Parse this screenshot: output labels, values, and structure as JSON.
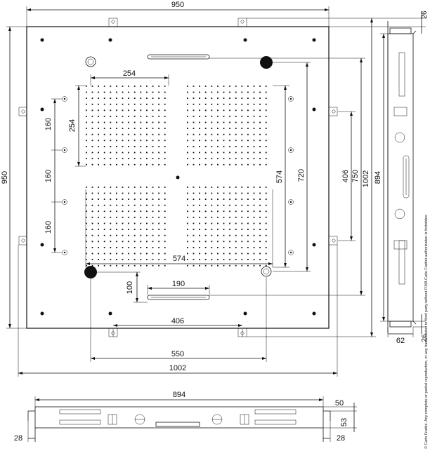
{
  "dimensions": {
    "top_width": "950",
    "left_height": "950",
    "top_tab": "26",
    "panel_width_254": "254",
    "panel_height_254": "254",
    "spacing_1": "160",
    "spacing_2": "160",
    "spacing_3": "160",
    "inner_574_vertical": "574",
    "inner_720": "720",
    "outer_406_vertical": "406",
    "outer_750": "750",
    "outer_1002_vertical": "1002",
    "side_894": "894",
    "inner_574_horizontal": "574",
    "slot_190": "190",
    "offset_100": "100",
    "bottom_406": "406",
    "bottom_550": "550",
    "bottom_1002": "1002",
    "side_bottom_tab": "26",
    "side_depth": "62",
    "bottom_view_894": "894",
    "bottom_view_50": "50",
    "bottom_view_53": "53",
    "bottom_view_left_28": "28",
    "bottom_view_right_28": "28"
  },
  "copyright_note": "© Carlo Frattini. Any complete or partial reproduction, or any transmission to third party without FIMA Carlo Frattini authorization is forbidden."
}
